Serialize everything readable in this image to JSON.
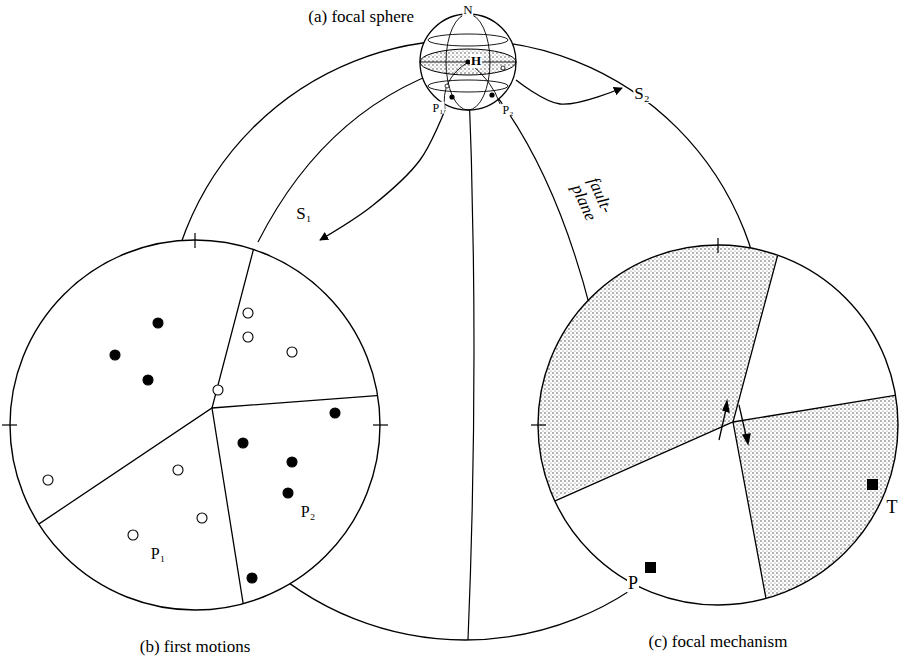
{
  "diagram": {
    "nodes": [
      {
        "text": [
          "(a) focal sphere"
        ]
      },
      {
        "text": [
          "(b) first motions"
        ]
      },
      {
        "text": [
          "(c) focal mechanism"
        ]
      }
    ],
    "edges": [
      {
        "from": 0,
        "to": 1,
        "label": "S₁",
        "arrow": "to"
      },
      {
        "from": 0,
        "to": 2,
        "label": "S₂",
        "arrow": "to"
      }
    ],
    "labels": [
      "N",
      "H",
      "P₁",
      "P₂",
      "fault- plane",
      "P₁",
      "P₂",
      "P",
      "T"
    ]
  }
}
